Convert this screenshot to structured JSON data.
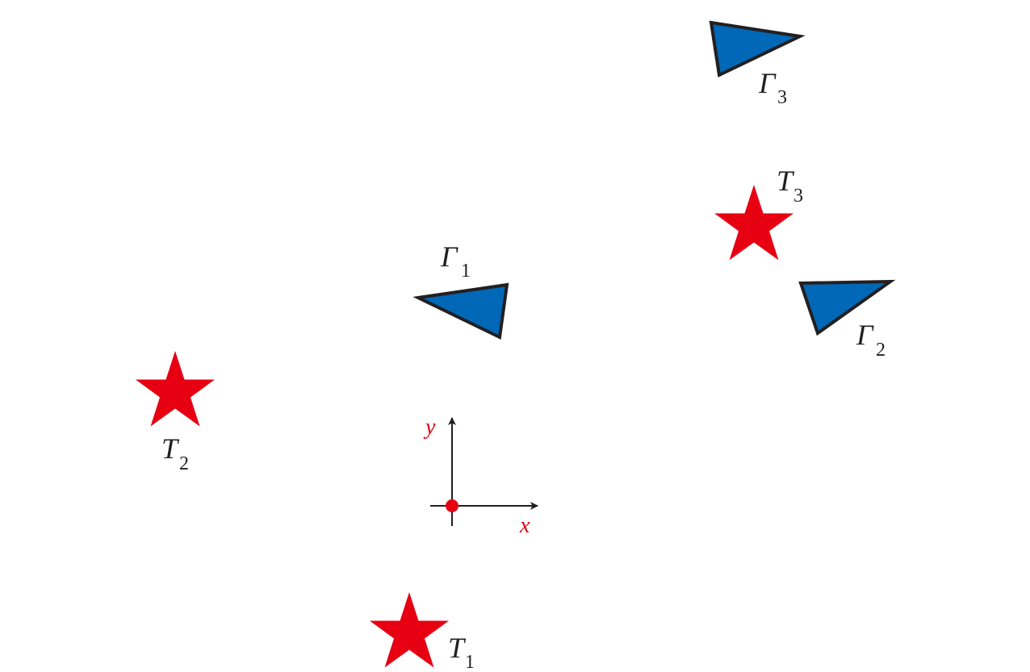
{
  "colors": {
    "star": "#e60012",
    "triangle_fill": "#0068b7",
    "triangle_stroke": "#231f20",
    "axis": "#231f20",
    "axis_label": "#e60012",
    "origin": "#e60012"
  },
  "targets": [
    {
      "name": "T",
      "sub": "1"
    },
    {
      "name": "T",
      "sub": "2"
    },
    {
      "name": "T",
      "sub": "3"
    }
  ],
  "sensors": [
    {
      "name": "Γ",
      "sub": "1"
    },
    {
      "name": "Γ",
      "sub": "2"
    },
    {
      "name": "Γ",
      "sub": "3"
    }
  ],
  "axes": {
    "x_label": "x",
    "y_label": "y"
  }
}
